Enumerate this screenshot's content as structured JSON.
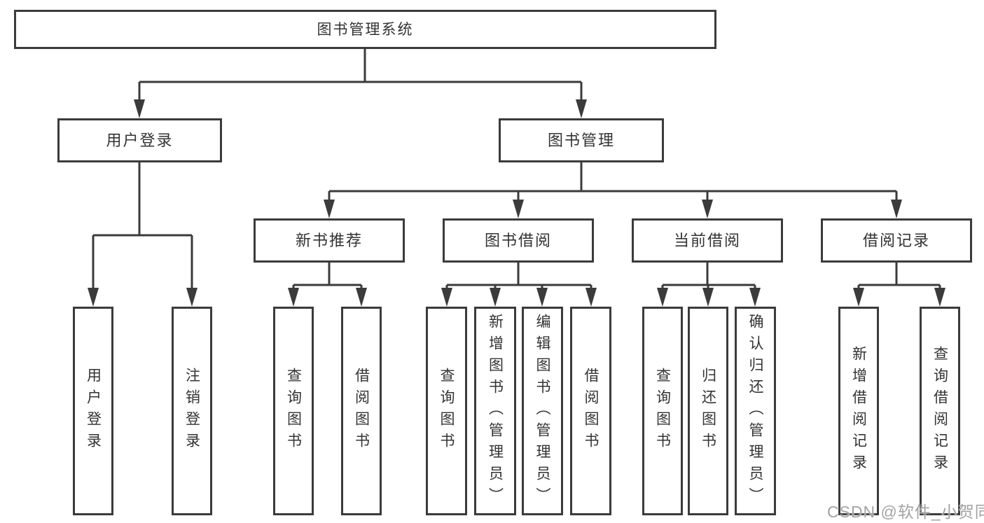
{
  "colors": {
    "line": "#3b3b3b",
    "text": "#333333",
    "bg": "#ffffff",
    "watermark": "#a3a3a3"
  },
  "watermark": "CSDN @软件_小贺同学",
  "tree": {
    "label": "图书管理系统",
    "children": [
      {
        "label": "用户登录",
        "children": [
          {
            "label": "用户登录"
          },
          {
            "label": "注销登录"
          }
        ]
      },
      {
        "label": "图书管理",
        "children": [
          {
            "label": "新书推荐",
            "children": [
              {
                "label": "查询图书"
              },
              {
                "label": "借阅图书"
              }
            ]
          },
          {
            "label": "图书借阅",
            "children": [
              {
                "label": "查询图书"
              },
              {
                "label": "新增图书（管理员）"
              },
              {
                "label": "编辑图书（管理员）"
              },
              {
                "label": "借阅图书"
              }
            ]
          },
          {
            "label": "当前借阅",
            "children": [
              {
                "label": "查询图书"
              },
              {
                "label": "归还图书"
              },
              {
                "label": "确认归还（管理员）"
              }
            ]
          },
          {
            "label": "借阅记录",
            "children": [
              {
                "label": "新增借阅记录"
              },
              {
                "label": "查询借阅记录"
              }
            ]
          }
        ]
      }
    ]
  }
}
